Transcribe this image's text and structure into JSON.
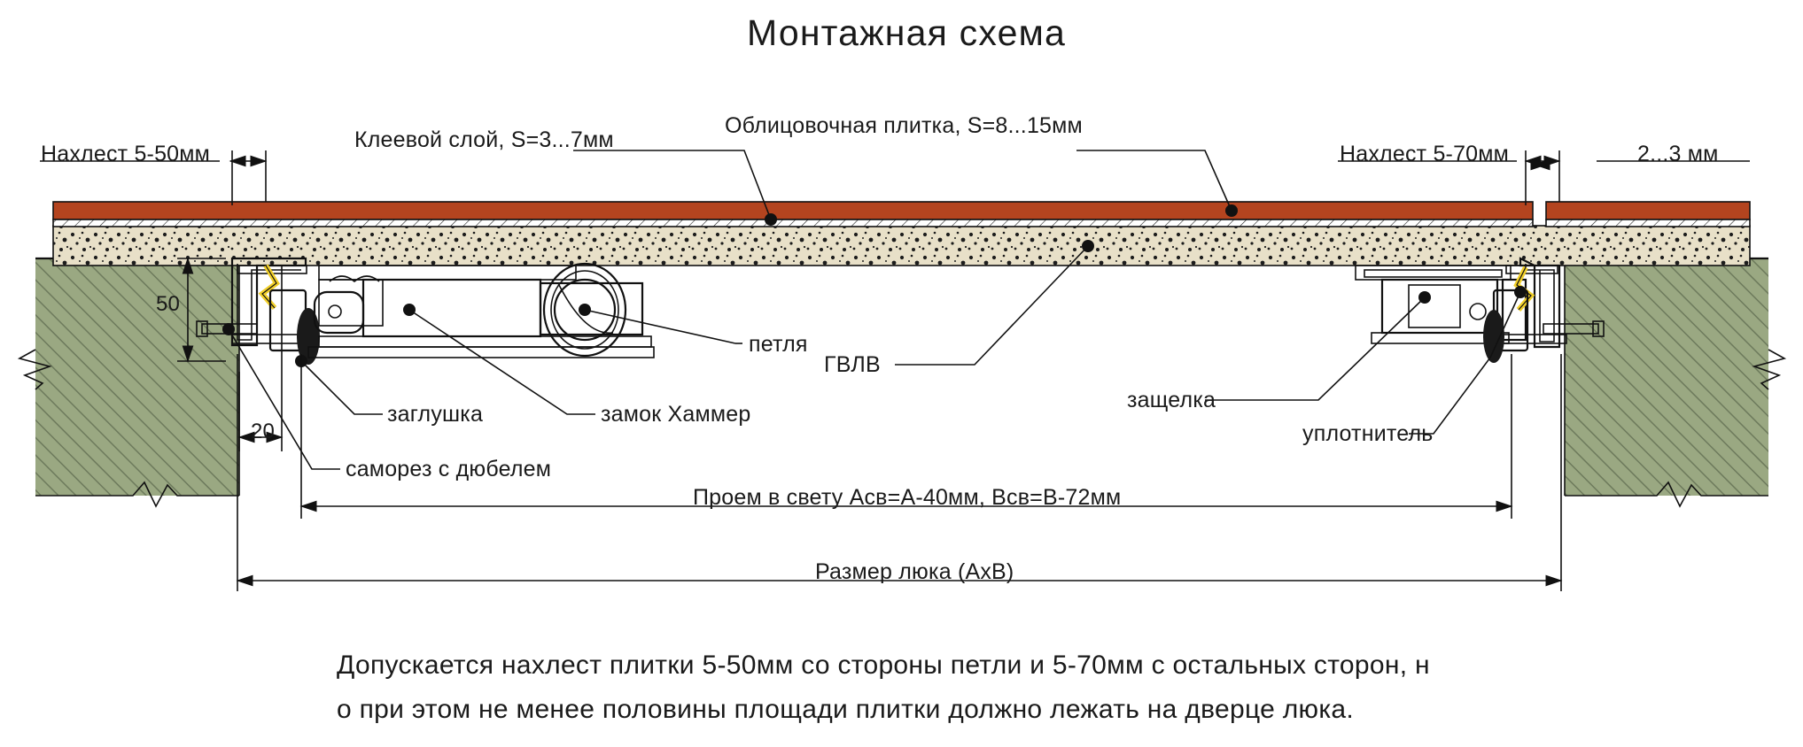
{
  "title": "Монтажная схема",
  "labels": {
    "overlap_left": "Нахлест 5-50мм",
    "glue_layer": "Клеевой слой, S=3...7мм",
    "facing_tile": "Облицовочная плитка, S=8...15мм",
    "overlap_right": "Нахлест 5-70мм",
    "gap_right": "2...3 мм",
    "hinge": "петля",
    "gvlv": "ГВЛВ",
    "plug": "заглушка",
    "lock": "замок Хаммер",
    "screw_dowel": "саморез с дюбелем",
    "latch": "защелка",
    "seal": "уплотнитель"
  },
  "dimensions": {
    "height_50": "50",
    "depth_20": "20",
    "clear_opening": "Проем в свету Acв=A-40мм, Bcв=B-72мм",
    "hatch_size": "Размер люка (AxB)"
  },
  "footnote": {
    "line1": "Допускается нахлест плитки 5-50мм со стороны петли и 5-70мм с остальных сторон, н",
    "line2": "о при этом не менее половины площади плитки должно лежать на дверце люка."
  },
  "colors": {
    "tile": "#b4441f",
    "screed": "#e8e0c8",
    "wall": "#9aa882",
    "metal_light": "#c8c8c8",
    "metal_mid": "#a8a8a8",
    "metal_dark": "#8a8a8a",
    "seal_yellow": "#f2d02a",
    "accent_red": "#d8281e",
    "line": "#111111"
  }
}
